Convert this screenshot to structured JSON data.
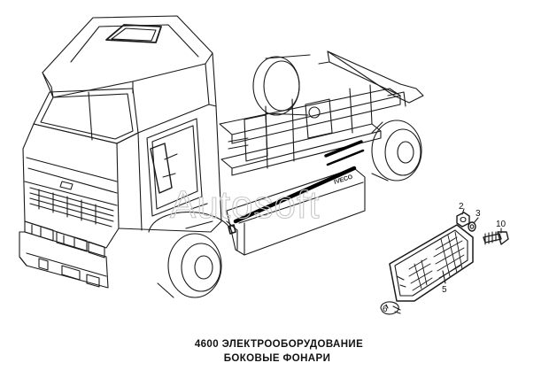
{
  "watermark": "Autosoft",
  "badge_text": "IVECO",
  "callouts": [
    "2",
    "3",
    "10",
    "5",
    "6"
  ],
  "caption": {
    "line1": "4600  ЭЛЕКТРООБОРУДОВАНИЕ",
    "line2": "БОКОВЫЕ ФОНАРИ"
  }
}
